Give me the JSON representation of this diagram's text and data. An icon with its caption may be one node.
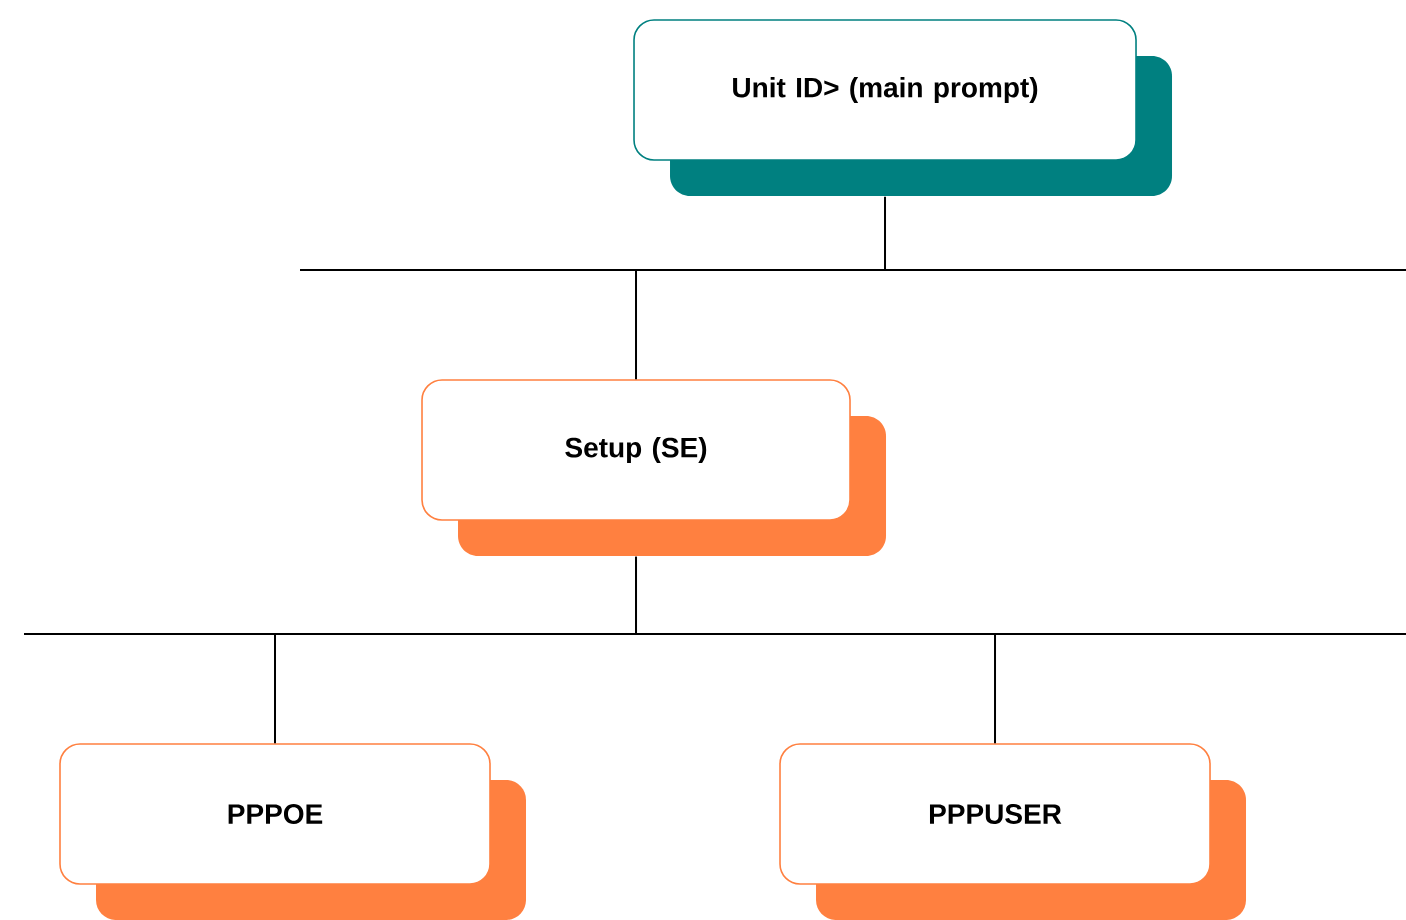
{
  "diagram": {
    "nodes": [
      {
        "text": [
          "Unit ID> (main prompt)"
        ]
      },
      {
        "text": [
          "Setup (SE)"
        ]
      },
      {
        "text": [
          "PPPOE"
        ]
      },
      {
        "text": [
          "PPPUSER"
        ]
      }
    ],
    "edges": [
      {
        "from": 0,
        "to": 1,
        "arrow": "none"
      },
      {
        "from": 1,
        "to": 2,
        "arrow": "none"
      },
      {
        "from": 1,
        "to": 3,
        "arrow": "none"
      }
    ]
  }
}
